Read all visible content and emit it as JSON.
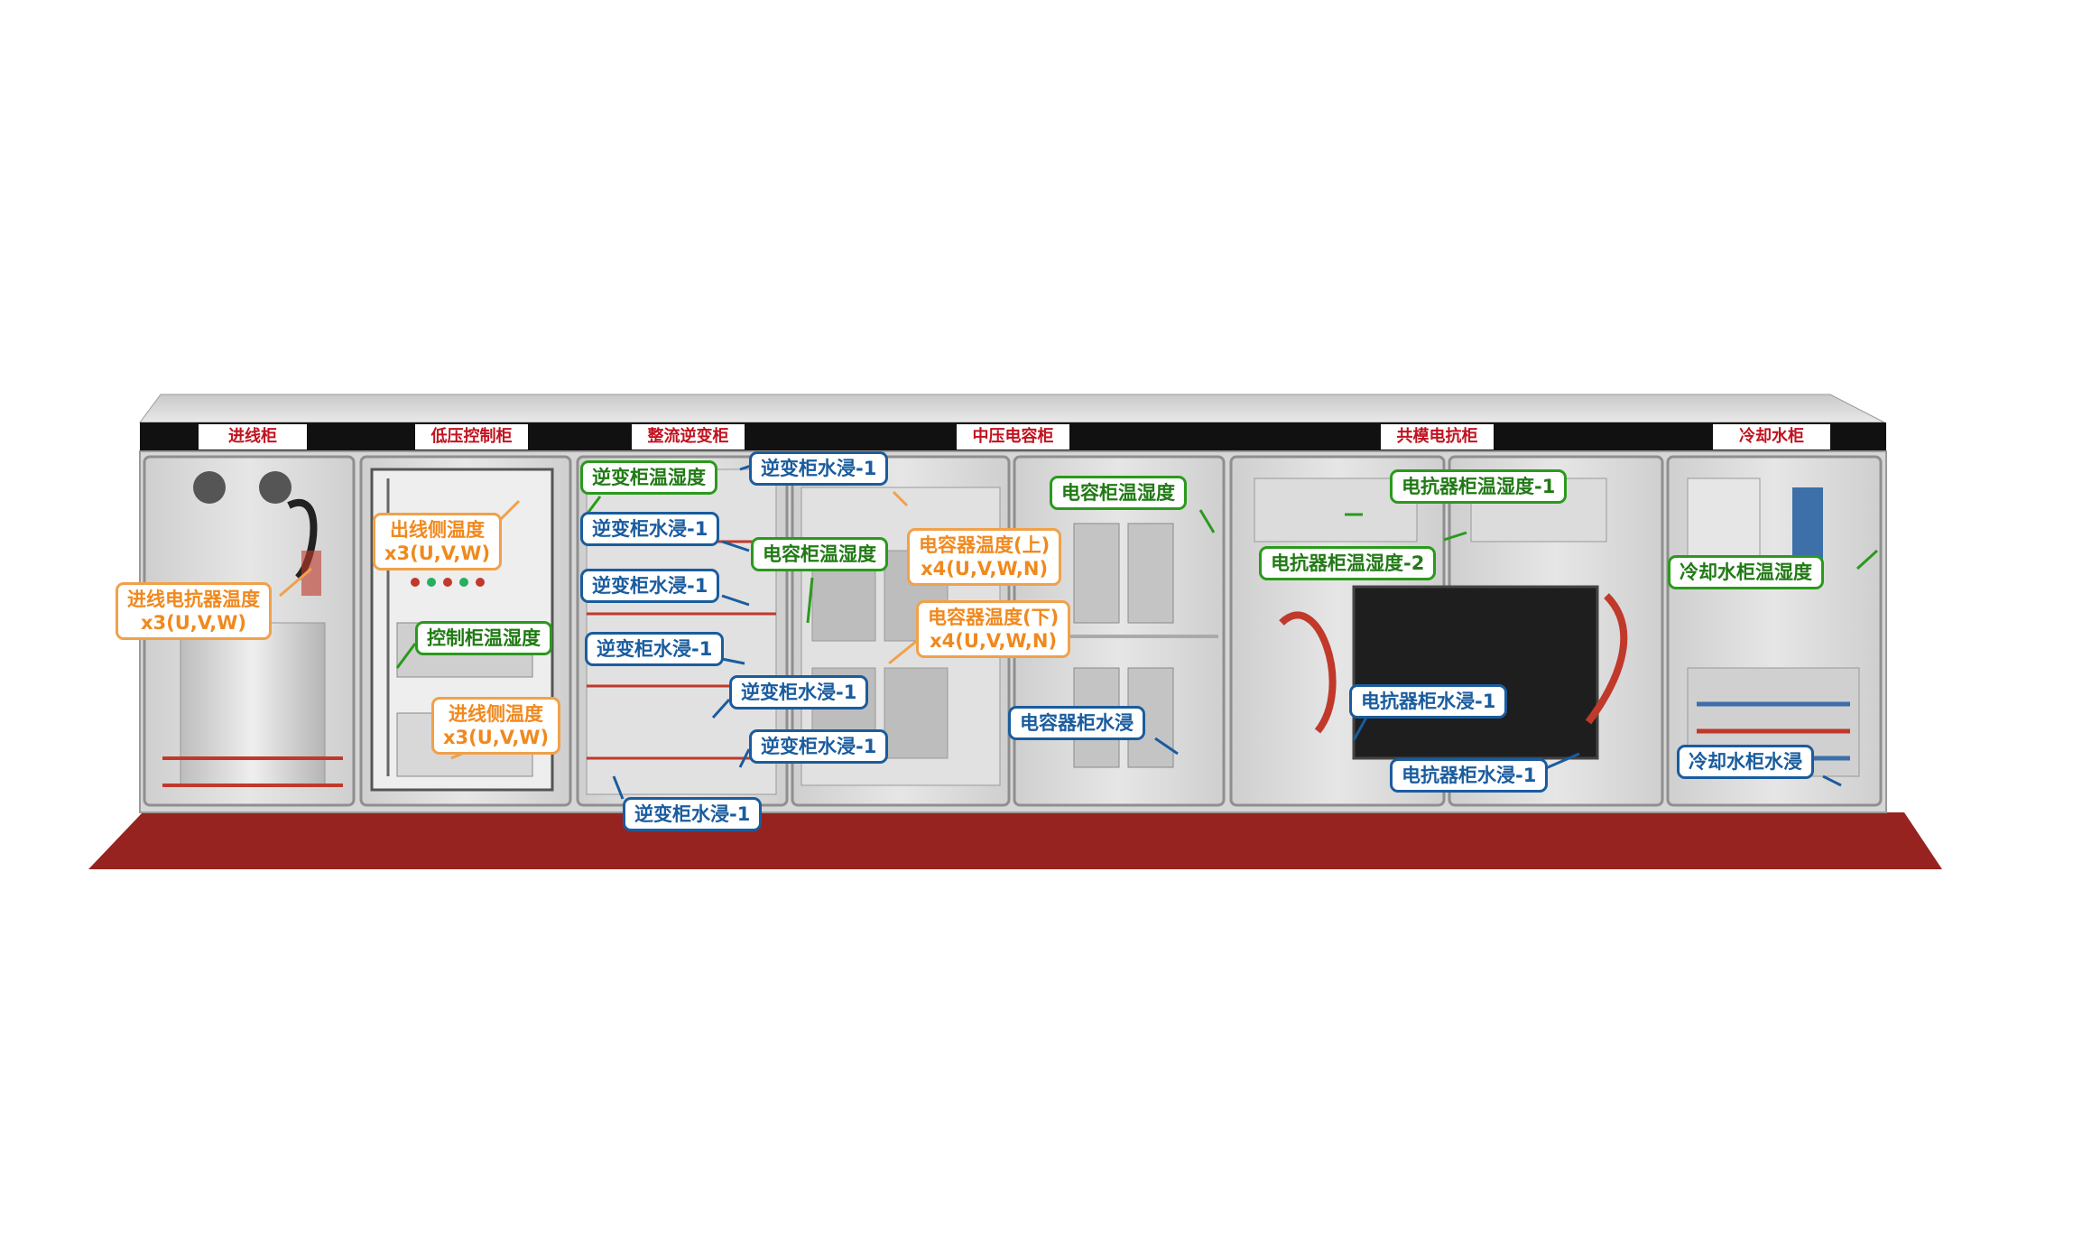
{
  "cabinet_titles": {
    "c1": "进线柜",
    "c2": "低压控制柜",
    "c3": "整流逆变柜",
    "c4": "中压电容柜",
    "c5": "共模电抗柜",
    "c6": "冷却水柜"
  },
  "labels": {
    "in_reactor_temp": {
      "line1": "进线电抗器温度",
      "line2": "x3(U,V,W)"
    },
    "out_temp": {
      "line1": "出线侧温度",
      "line2": "x3(U,V,W)"
    },
    "ctrl_humidity": "控制柜温湿度",
    "in_temp": {
      "line1": "进线侧温度",
      "line2": "x3(U,V,W)"
    },
    "inv_humidity": "逆变柜温湿度",
    "inv_leak_a": "逆变柜水浸-1",
    "inv_leak_b": "逆变柜水浸-1",
    "inv_leak_c": "逆变柜水浸-1",
    "inv_leak_d": "逆变柜水浸-1",
    "inv_leak_e": "逆变柜水浸-1",
    "inv_leak_f": "逆变柜水浸-1",
    "inv_leak_g": "逆变柜水浸-1",
    "cap_cab_humidity_a": "电容柜温湿度",
    "cap_temp_up": {
      "line1": "电容器温度(上)",
      "line2": "x4(U,V,W,N)"
    },
    "cap_temp_down": {
      "line1": "电容器温度(下)",
      "line2": "x4(U,V,W,N)"
    },
    "cap_cab_humidity_b": "电容柜温湿度",
    "cap_leak": "电容器柜水浸",
    "reactor_humidity_1": "电抗器柜温湿度-1",
    "reactor_humidity_2": "电抗器柜温湿度-2",
    "reactor_leak_a": "电抗器柜水浸-1",
    "reactor_leak_b": "电抗器柜水浸-1",
    "cool_humidity": "冷却水柜温湿度",
    "cool_leak": "冷却水柜水浸"
  },
  "colors": {
    "title_text": "#c1121f",
    "sensor_blue": "#1a5c9e",
    "sensor_green": "#2a9a1c",
    "sensor_orange": "#f0a14a",
    "floor": "#96231f",
    "top_band": "#111111",
    "cabinet": "#d8d8d8"
  }
}
